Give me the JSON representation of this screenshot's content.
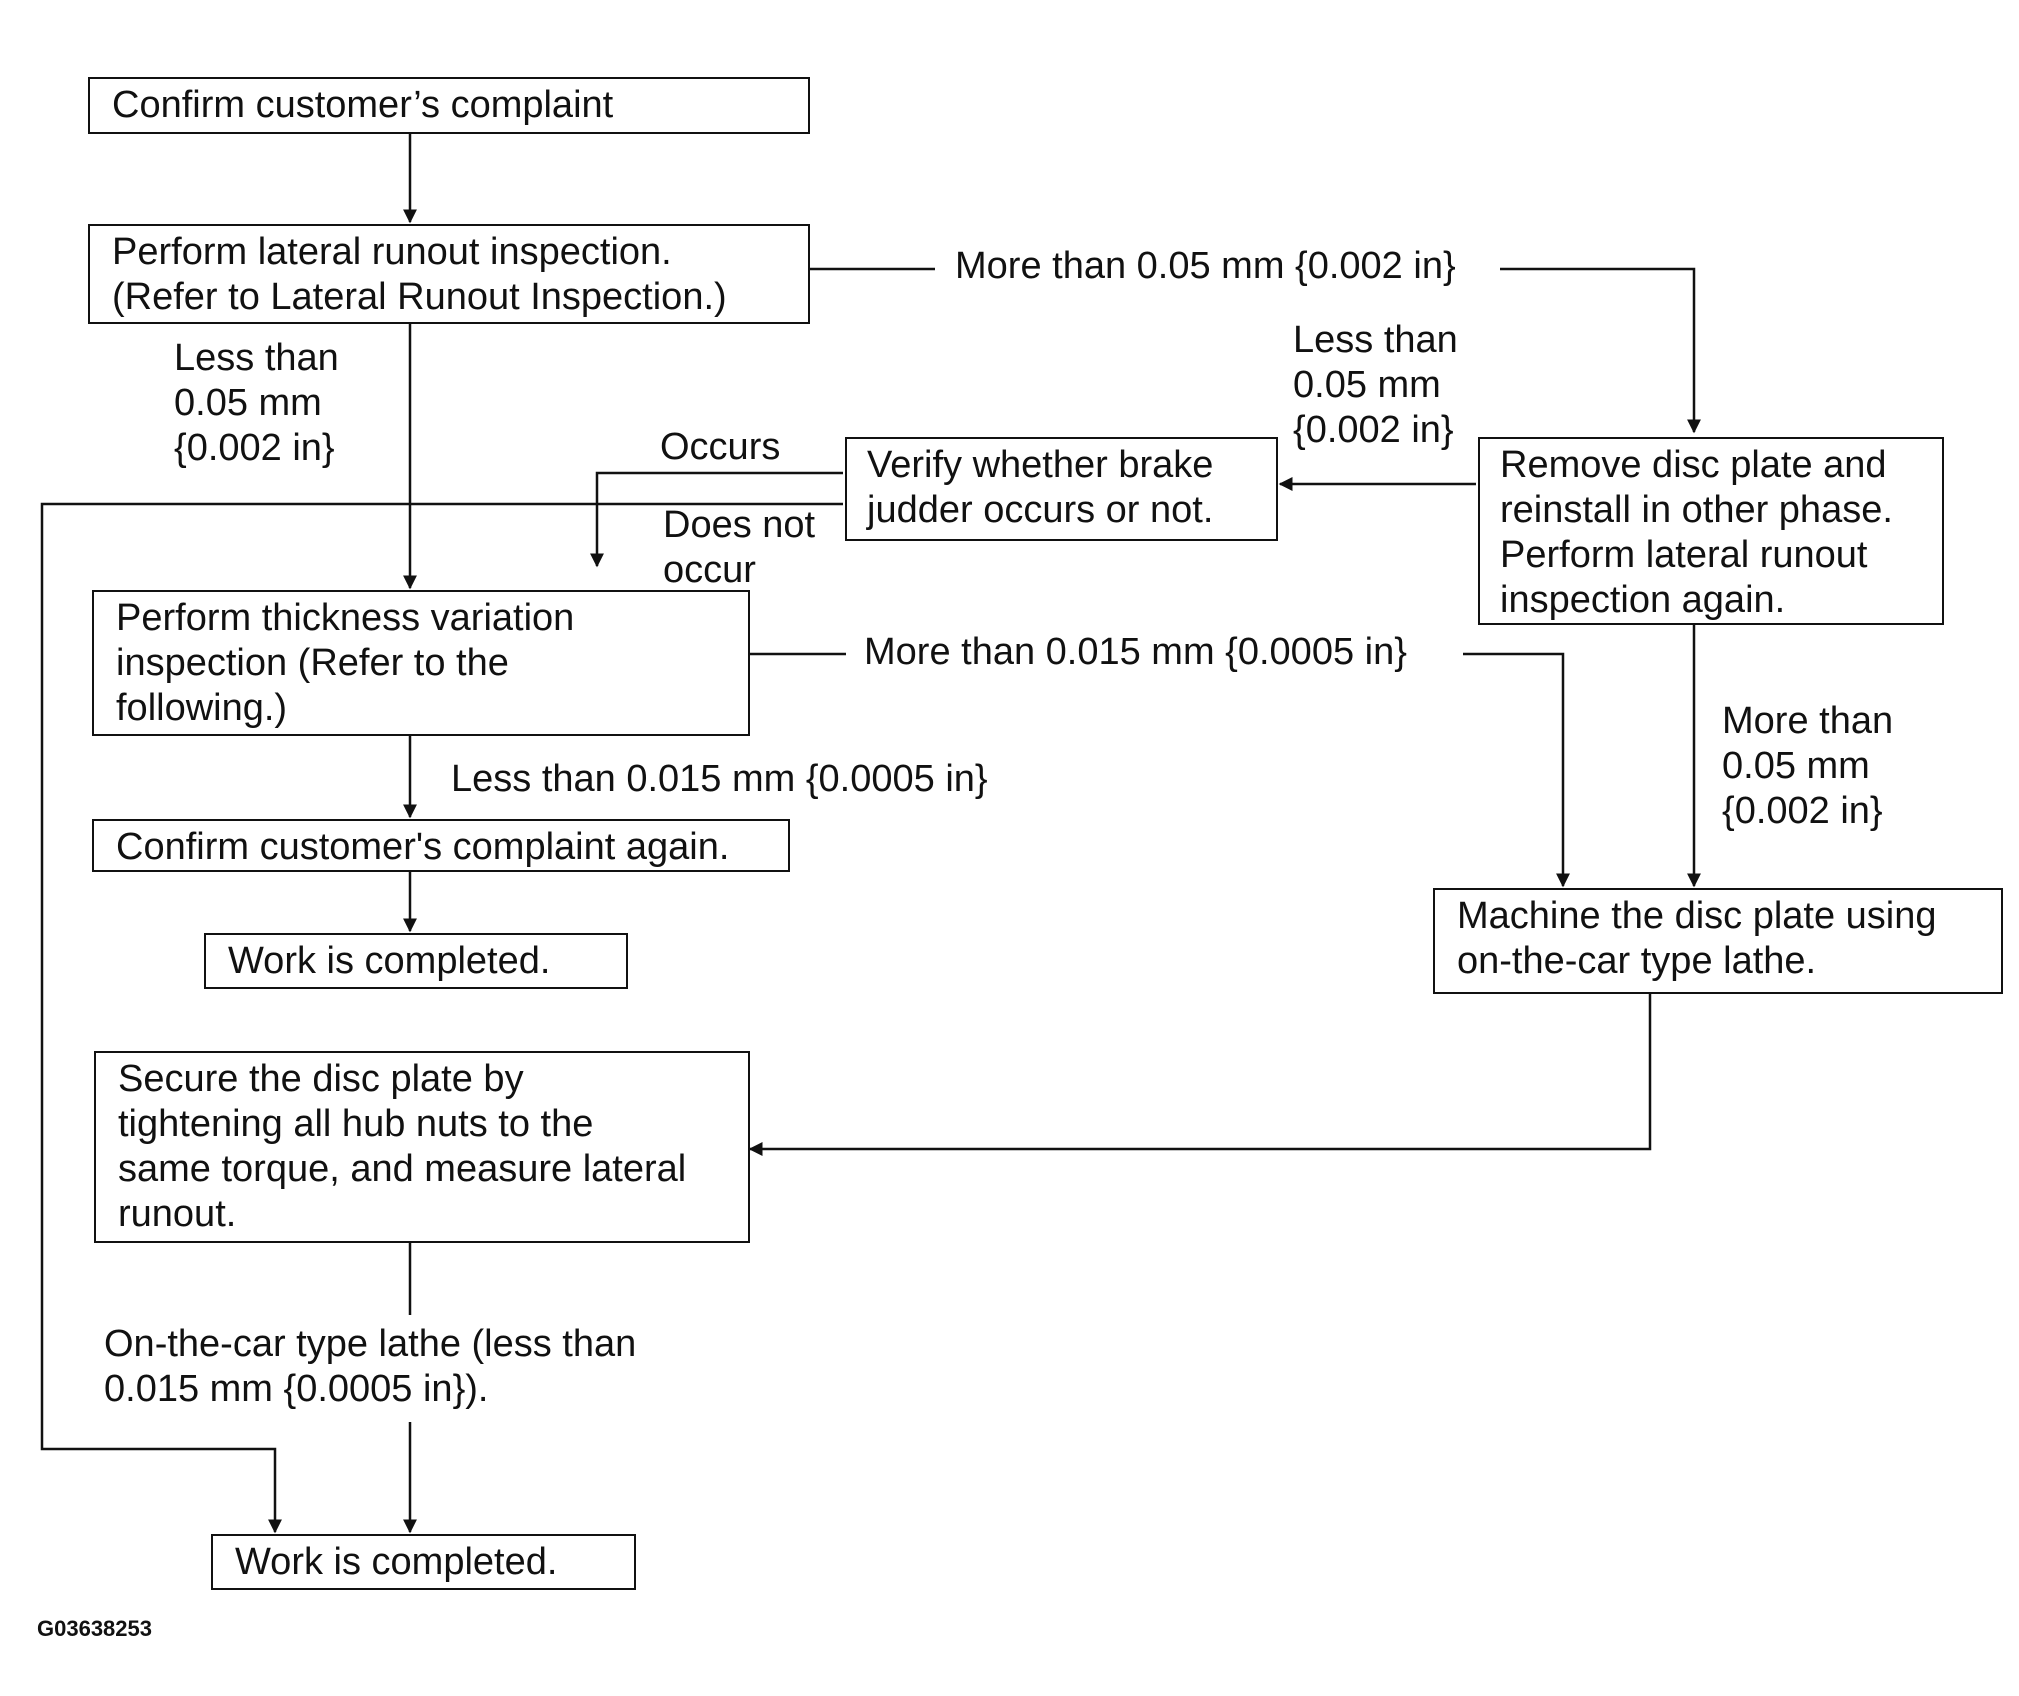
{
  "boxes": {
    "confirm": "Confirm customer’s complaint",
    "lateral": "Perform lateral runout inspection.\n(Refer to Lateral Runout Inspection.)",
    "verify": "Verify whether brake\njudder occurs or not.",
    "remove": "Remove disc plate and\nreinstall in other phase.\nPerform lateral runout\ninspection again.",
    "thickness": "Perform thickness variation\ninspection (Refer to the\nfollowing.)",
    "confirm_again": "Confirm customer's complaint again.",
    "work1": "Work is completed.",
    "machine": "Machine the disc plate using\non-the-car type lathe.",
    "secure": "Secure the disc plate by\ntightening all hub nuts to the\nsame torque, and measure lateral\nrunout.",
    "work2": "Work is completed."
  },
  "labels": {
    "more_005_top": "More than 0.05 mm {0.002 in}",
    "less_005_left": "Less than\n0.05 mm\n{0.002 in}",
    "less_005_right": "Less than\n0.05 mm\n{0.002 in}",
    "occurs": "Occurs",
    "does_not_occur": "Does not\noccur",
    "more_0015": "More than 0.015 mm {0.0005 in}",
    "less_0015": "Less than 0.015 mm {0.0005 in}",
    "more_005_right": "More than\n0.05 mm\n{0.002 in}",
    "lathe": "On-the-car type lathe (less than\n0.015 mm {0.0005 in})."
  },
  "figure_code": "G03638253"
}
